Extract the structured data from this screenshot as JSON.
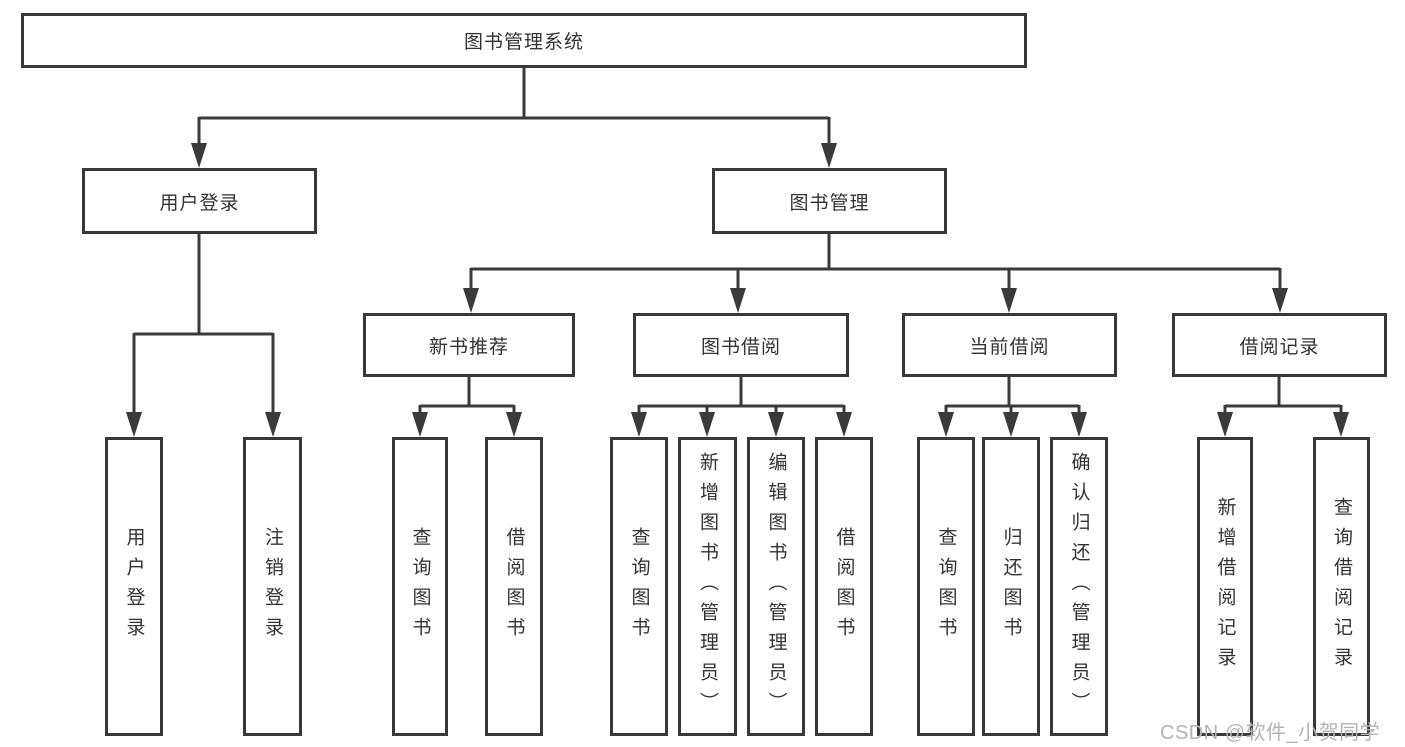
{
  "diagram": {
    "title": "图书管理系统",
    "branches": [
      {
        "label": "用户登录",
        "children": [
          {
            "label": "用户登录"
          },
          {
            "label": "注销登录"
          }
        ]
      },
      {
        "label": "图书管理",
        "children": [
          {
            "label": "新书推荐",
            "children": [
              {
                "label": "查询图书"
              },
              {
                "label": "借阅图书"
              }
            ]
          },
          {
            "label": "图书借阅",
            "children": [
              {
                "label": "查询图书"
              },
              {
                "label": "新增图书（管理员）"
              },
              {
                "label": "编辑图书（管理员）"
              },
              {
                "label": "借阅图书"
              }
            ]
          },
          {
            "label": "当前借阅",
            "children": [
              {
                "label": "查询图书"
              },
              {
                "label": "归还图书"
              },
              {
                "label": "确认归还（管理员）"
              }
            ]
          },
          {
            "label": "借阅记录",
            "children": [
              {
                "label": "新增借阅记录"
              },
              {
                "label": "查询借阅记录"
              }
            ]
          }
        ]
      }
    ],
    "watermark": "CSDN @软件_小贺同学",
    "colors": {
      "line": "#3a3a3a",
      "text": "#333333",
      "box_background": "#ffffff",
      "watermark": "#b3b3b3"
    }
  }
}
